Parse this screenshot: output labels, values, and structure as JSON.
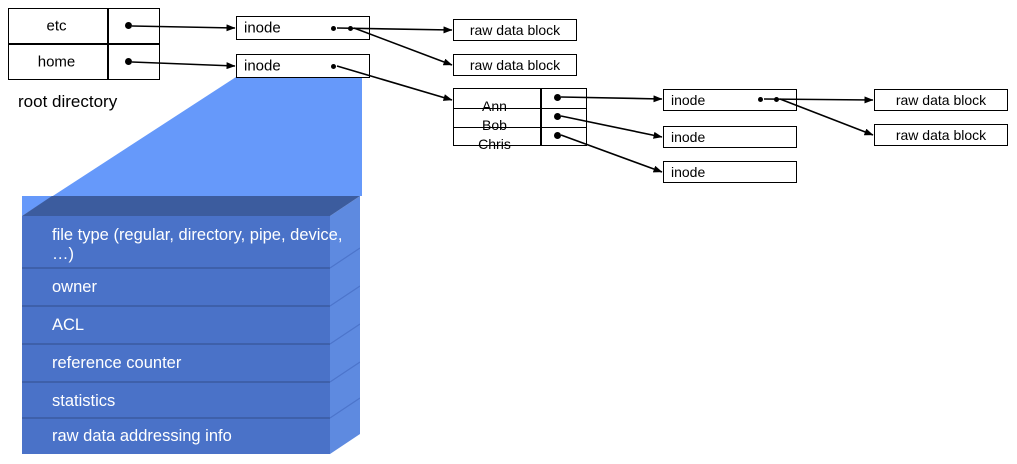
{
  "diagram": {
    "title": "unix-inode-directory-structure",
    "colors": {
      "wedge_blue": "#6699FA",
      "stack_front": "#4A72C8",
      "stack_top": "#3C5C9E",
      "stack_side": "#5E8AE0",
      "stack_separator": "#3A5BA0",
      "box_border": "#000000",
      "box_fill": "#FFFFFF",
      "arrow": "#000000",
      "text": "#000000",
      "stack_text": "#FFFFFF"
    },
    "root_directory": {
      "caption": "root directory",
      "entries": [
        {
          "name": "etc",
          "pointer": "dot"
        },
        {
          "name": "home",
          "pointer": "dot"
        }
      ]
    },
    "etc_inode": {
      "label": "inode",
      "pointer_count": 2
    },
    "home_inode": {
      "label": "inode",
      "pointer_count": 1
    },
    "etc_data_blocks": [
      {
        "label": "raw data block"
      },
      {
        "label": "raw data block"
      }
    ],
    "home_directory": {
      "entries": [
        {
          "name": "Ann",
          "pointer": "dot"
        },
        {
          "name": "Bob",
          "pointer": "dot"
        },
        {
          "name": "Chris",
          "pointer": "dot"
        }
      ]
    },
    "user_inodes": [
      {
        "label": "inode",
        "pointer_count": 2
      },
      {
        "label": "inode",
        "pointer_count": 0
      },
      {
        "label": "inode",
        "pointer_count": 0
      }
    ],
    "ann_data_blocks": [
      {
        "label": "raw data block"
      },
      {
        "label": "raw data block"
      }
    ],
    "inode_detail": {
      "fields": [
        "file type (regular, directory, pipe, device, …)",
        "owner",
        "ACL",
        "reference counter",
        "statistics",
        "raw data addressing info"
      ]
    }
  }
}
